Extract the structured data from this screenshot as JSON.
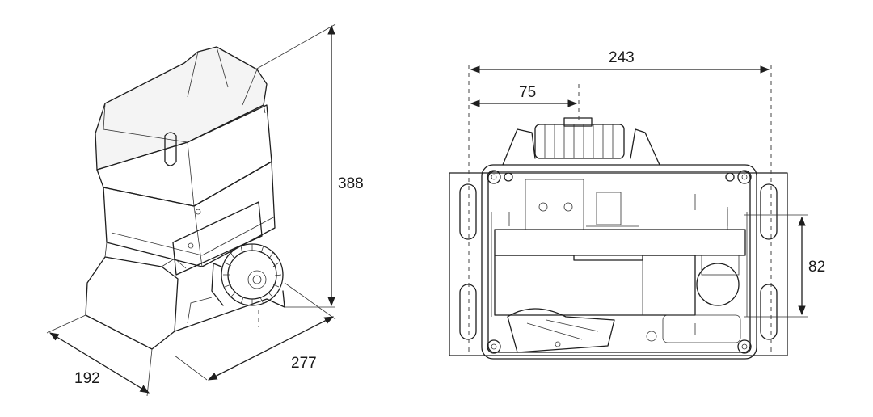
{
  "dimensions": {
    "height": "388",
    "width_side": "192",
    "depth": "277",
    "total_width": "243",
    "axis_offset": "75",
    "slot_pitch": "82"
  },
  "colors": {
    "line": "#1e1e1e",
    "paper": "#ffffff"
  },
  "views": [
    "isometric-view",
    "top-view"
  ]
}
